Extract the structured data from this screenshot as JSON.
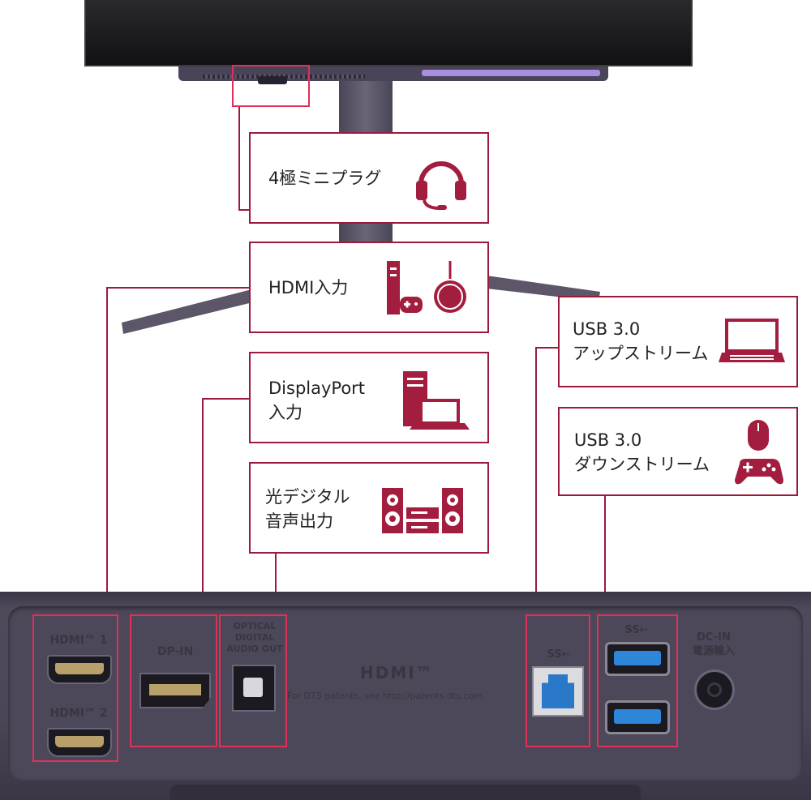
{
  "colors": {
    "accent": "#a31d3f",
    "line": "#9b1b3c",
    "highlight": "#e0305a",
    "panel": "#4b4657"
  },
  "cards": {
    "headset": {
      "label": "4極ミニプラグ",
      "icon": "headset-icon"
    },
    "hdmi": {
      "label": "HDMI入力",
      "icon": "console-icon"
    },
    "displayport": {
      "label": "DisplayPort\n入力",
      "icon": "pc-laptop-icon"
    },
    "optical": {
      "label": "光デジタル\n音声出力",
      "icon": "stereo-icon"
    },
    "usb_up": {
      "label": "USB 3.0\nアップストリーム",
      "icon": "laptop-icon"
    },
    "usb_down": {
      "label": "USB 3.0\nダウンストリーム",
      "icon": "mouse-gamepad-icon"
    }
  },
  "ports": {
    "hdmi1": "HDMI™ 1",
    "hdmi2": "HDMI™ 2",
    "dp": "DP-IN",
    "optical": "OPTICAL\nDIGITAL\nAUDIO OUT",
    "usb_up": "SS⇠",
    "usb_down": "SS⇠",
    "dc": "DC-IN\n電源輸入",
    "hdmi_logo": "HDMI™",
    "dts_notice": "For DTS patents, see http://patents.dts.com"
  }
}
